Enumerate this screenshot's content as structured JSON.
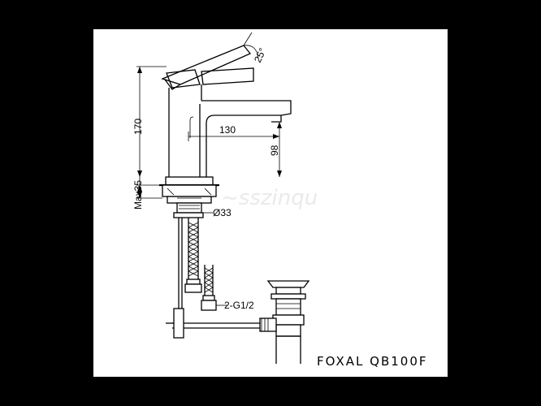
{
  "labels": {
    "angle": "25°",
    "height": "170",
    "spout_reach": "130",
    "spout_height": "98",
    "max_deck": "Max35",
    "hole_dia": "Ø33",
    "connection": "2-G1/2",
    "model": "FOXAL QB100F"
  },
  "colors": {
    "background": "#000000",
    "sheet": "#ffffff",
    "ink": "#000000"
  }
}
